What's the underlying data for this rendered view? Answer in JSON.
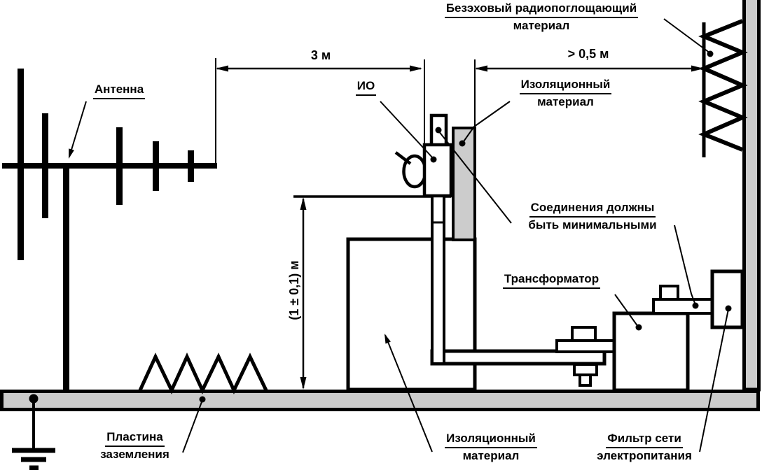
{
  "figure": {
    "type": "technical-diagram",
    "subject": "EMC radiated immunity test setup (Russian standard drawing)",
    "colors": {
      "line": "#000000",
      "gray_fill": "#cccccc",
      "background": "#ffffff"
    },
    "labels": {
      "absorber": {
        "line1": "Безэховый радиопоглощающий",
        "line2": "материал"
      },
      "antenna": {
        "line1": "Антенна"
      },
      "eut": {
        "line1": "ИО"
      },
      "insulation_top": {
        "line1": "Изоляционный",
        "line2": "материал"
      },
      "connections": {
        "line1": "Соединения должны",
        "line2": "быть минимальными"
      },
      "transformer": {
        "line1": "Трансформатор"
      },
      "insulation_bottom": {
        "line1": "Изоляционный",
        "line2": "материал"
      },
      "ground_plate": {
        "line1": "Пластина",
        "line2": "заземления"
      },
      "power_filter": {
        "line1": "Фильтр сети",
        "line2": "электропитания"
      }
    },
    "dimensions": {
      "antenna_to_eut": "3 м",
      "eut_to_absorber": "> 0,5 м",
      "eut_height": "(1 ± 0,1) м"
    }
  }
}
